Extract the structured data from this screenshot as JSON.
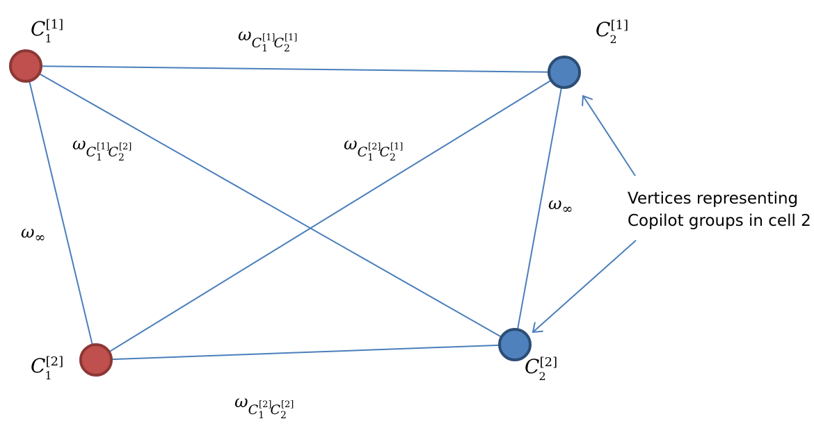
{
  "diagram": {
    "nodes": [
      {
        "id": "c1_1",
        "base": "C",
        "sub": "1",
        "sup": "[1]",
        "color": "#C0504D",
        "stroke": "#8C3836"
      },
      {
        "id": "c2_1",
        "base": "C",
        "sub": "2",
        "sup": "[1]",
        "color": "#4F81BD",
        "stroke": "#2C4D75"
      },
      {
        "id": "c1_2",
        "base": "C",
        "sub": "1",
        "sup": "[2]",
        "color": "#C0504D",
        "stroke": "#8C3836"
      },
      {
        "id": "c2_2",
        "base": "C",
        "sub": "2",
        "sup": "[2]",
        "color": "#4F81BD",
        "stroke": "#2C4D75"
      }
    ],
    "edges": [
      {
        "from": "c1_1",
        "to": "c2_1"
      },
      {
        "from": "c1_1",
        "to": "c1_2"
      },
      {
        "from": "c1_1",
        "to": "c2_2"
      },
      {
        "from": "c1_2",
        "to": "c2_1"
      },
      {
        "from": "c1_2",
        "to": "c2_2"
      },
      {
        "from": "c2_1",
        "to": "c2_2"
      }
    ],
    "edge_color": "#4A7EBB",
    "weights": {
      "omega": "ω",
      "infinity": "∞",
      "C": "C",
      "w_top": {
        "a_sub": "1",
        "a_sup": "[1]",
        "b_sub": "2",
        "b_sup": "[1]"
      },
      "w_c11c22": {
        "a_sub": "1",
        "a_sup": "[1]",
        "b_sub": "2",
        "b_sup": "[2]"
      },
      "w_c12c21": {
        "a_sub": "1",
        "a_sup": "[2]",
        "b_sub": "2",
        "b_sup": "[1]"
      },
      "w_bottom": {
        "a_sub": "1",
        "a_sup": "[2]",
        "b_sub": "2",
        "b_sup": "[2]"
      }
    },
    "annotation": {
      "line1": "Vertices representing",
      "line2": "Copilot groups in cell 2"
    }
  }
}
